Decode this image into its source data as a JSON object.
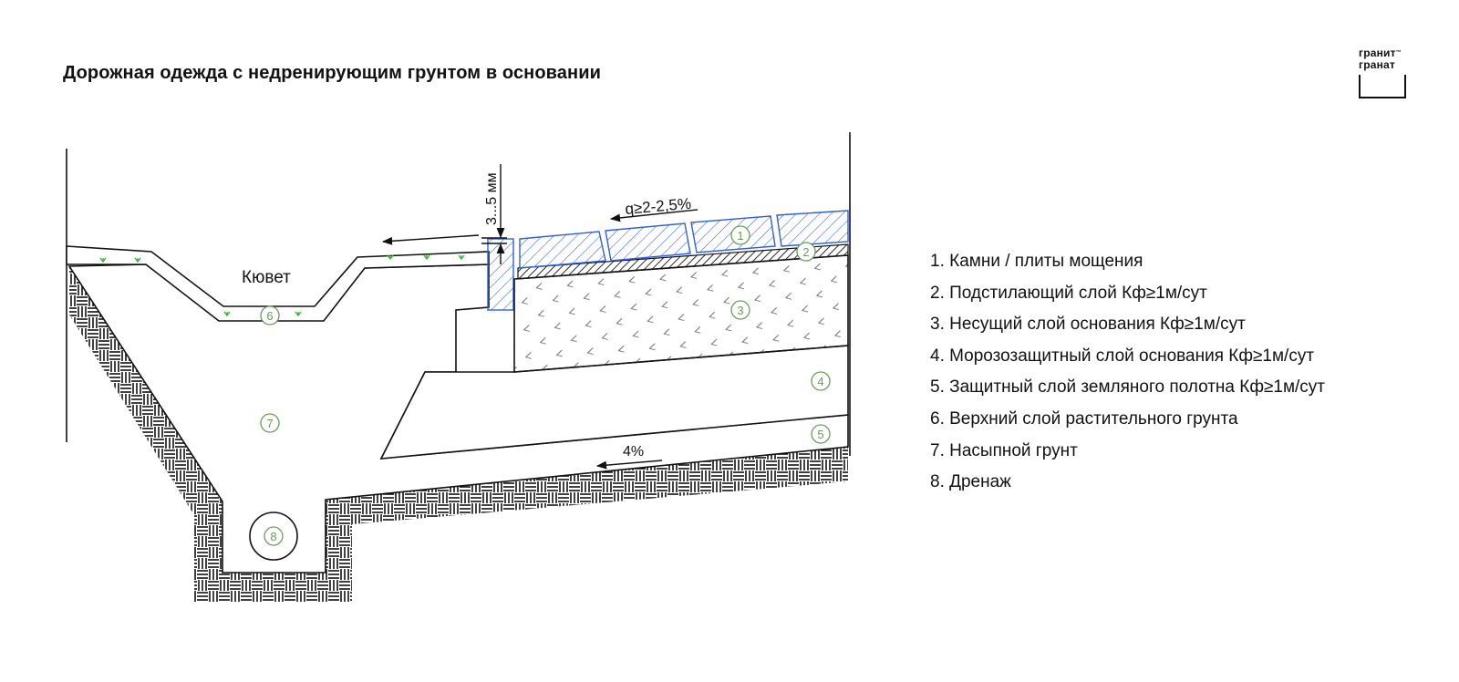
{
  "title": "Дорожная одежда с недренирующим грунтом в основании",
  "logo": {
    "line1": "гранит",
    "line2": "гранат",
    "mark": "™"
  },
  "labels": {
    "ditch": "Кювет",
    "gap": "3...5 мм",
    "surface_slope": "q≥2-2,5%",
    "subgrade_slope": "4%"
  },
  "markers": [
    "1",
    "2",
    "3",
    "4",
    "5",
    "6",
    "7",
    "8"
  ],
  "legend": [
    "1. Камни / плиты мощения",
    "2. Подстилающий слой Кф≥1м/сут",
    "3. Несущий слой основания Кф≥1м/сут",
    "4. Морозозащитный слой основания Кф≥1м/сут",
    "5. Защитный слой земляного полотна Кф≥1м/сут",
    "6. Верхний слой растительного грунта",
    "7. Насыпной грунт",
    "8. Дренаж"
  ],
  "colors": {
    "paving": "#2f5fd8",
    "marker": "#6a9a5a",
    "grass": "#3cb43c",
    "line": "#111111"
  }
}
